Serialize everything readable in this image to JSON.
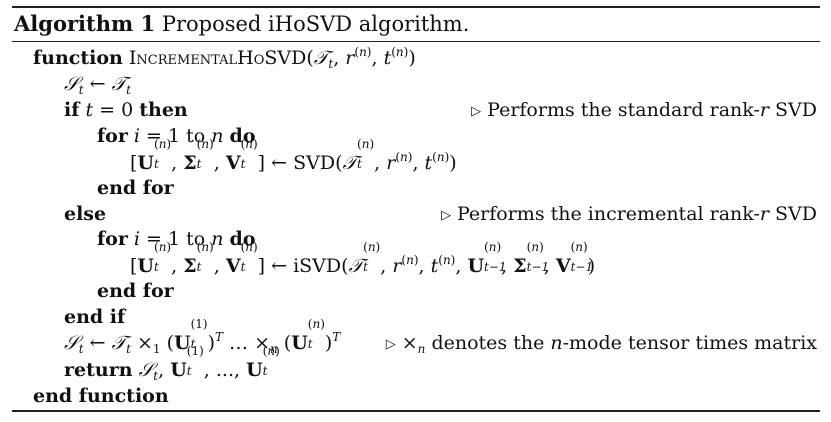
{
  "algorithm": {
    "label": "Algorithm 1",
    "title": "Proposed iHoSVD algorithm."
  },
  "keywords": {
    "function": "function",
    "if": "if",
    "then": "then",
    "for": "for",
    "do": "do",
    "end_for": "end for",
    "else": "else",
    "end_if": "end if",
    "return": "return",
    "end_function": "end function"
  },
  "function_name": "IncrementalHoSVD",
  "comments": {
    "standard": "Performs the standard rank-r SVD",
    "incremental": "Performs the incremental rank-r SVD",
    "mode_product": "denotes the n-mode tensor times matrix"
  },
  "symbols": {
    "triangle": "▷",
    "svd": "SVD",
    "isvd": "iSVD"
  }
}
